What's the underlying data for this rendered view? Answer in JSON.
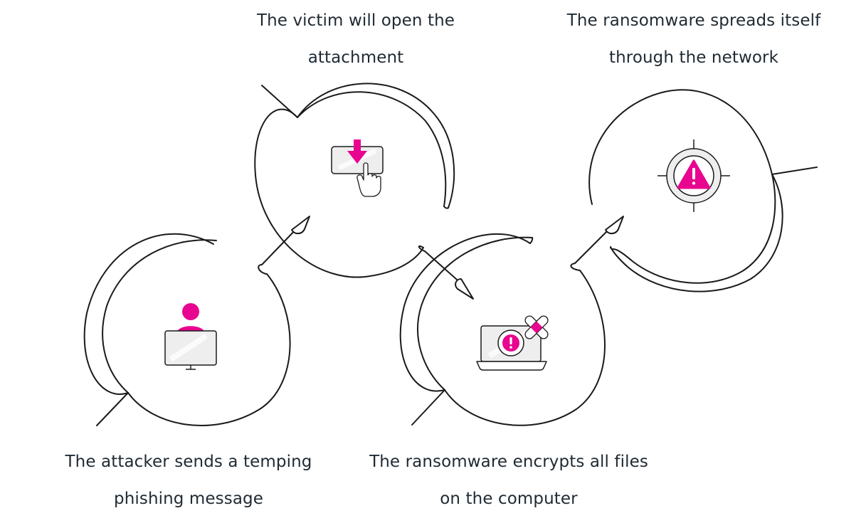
{
  "colors": {
    "accent": "#e8058f",
    "line": "#1a1a1a",
    "text": "#1f2a33",
    "icon_fill": "#eeeeee"
  },
  "steps": [
    {
      "icon": "user-at-monitor-icon",
      "caption_line1": "The attacker sends a temping",
      "caption_line2": "phishing message"
    },
    {
      "icon": "download-click-icon",
      "caption_line1": "The victim will open the",
      "caption_line2": "attachment"
    },
    {
      "icon": "infected-laptop-icon",
      "caption_line1": "The ransomware encrypts all files",
      "caption_line2": "on the computer"
    },
    {
      "icon": "warning-target-icon",
      "caption_line1": "The ransomware spreads itself",
      "caption_line2": "through the network"
    }
  ]
}
